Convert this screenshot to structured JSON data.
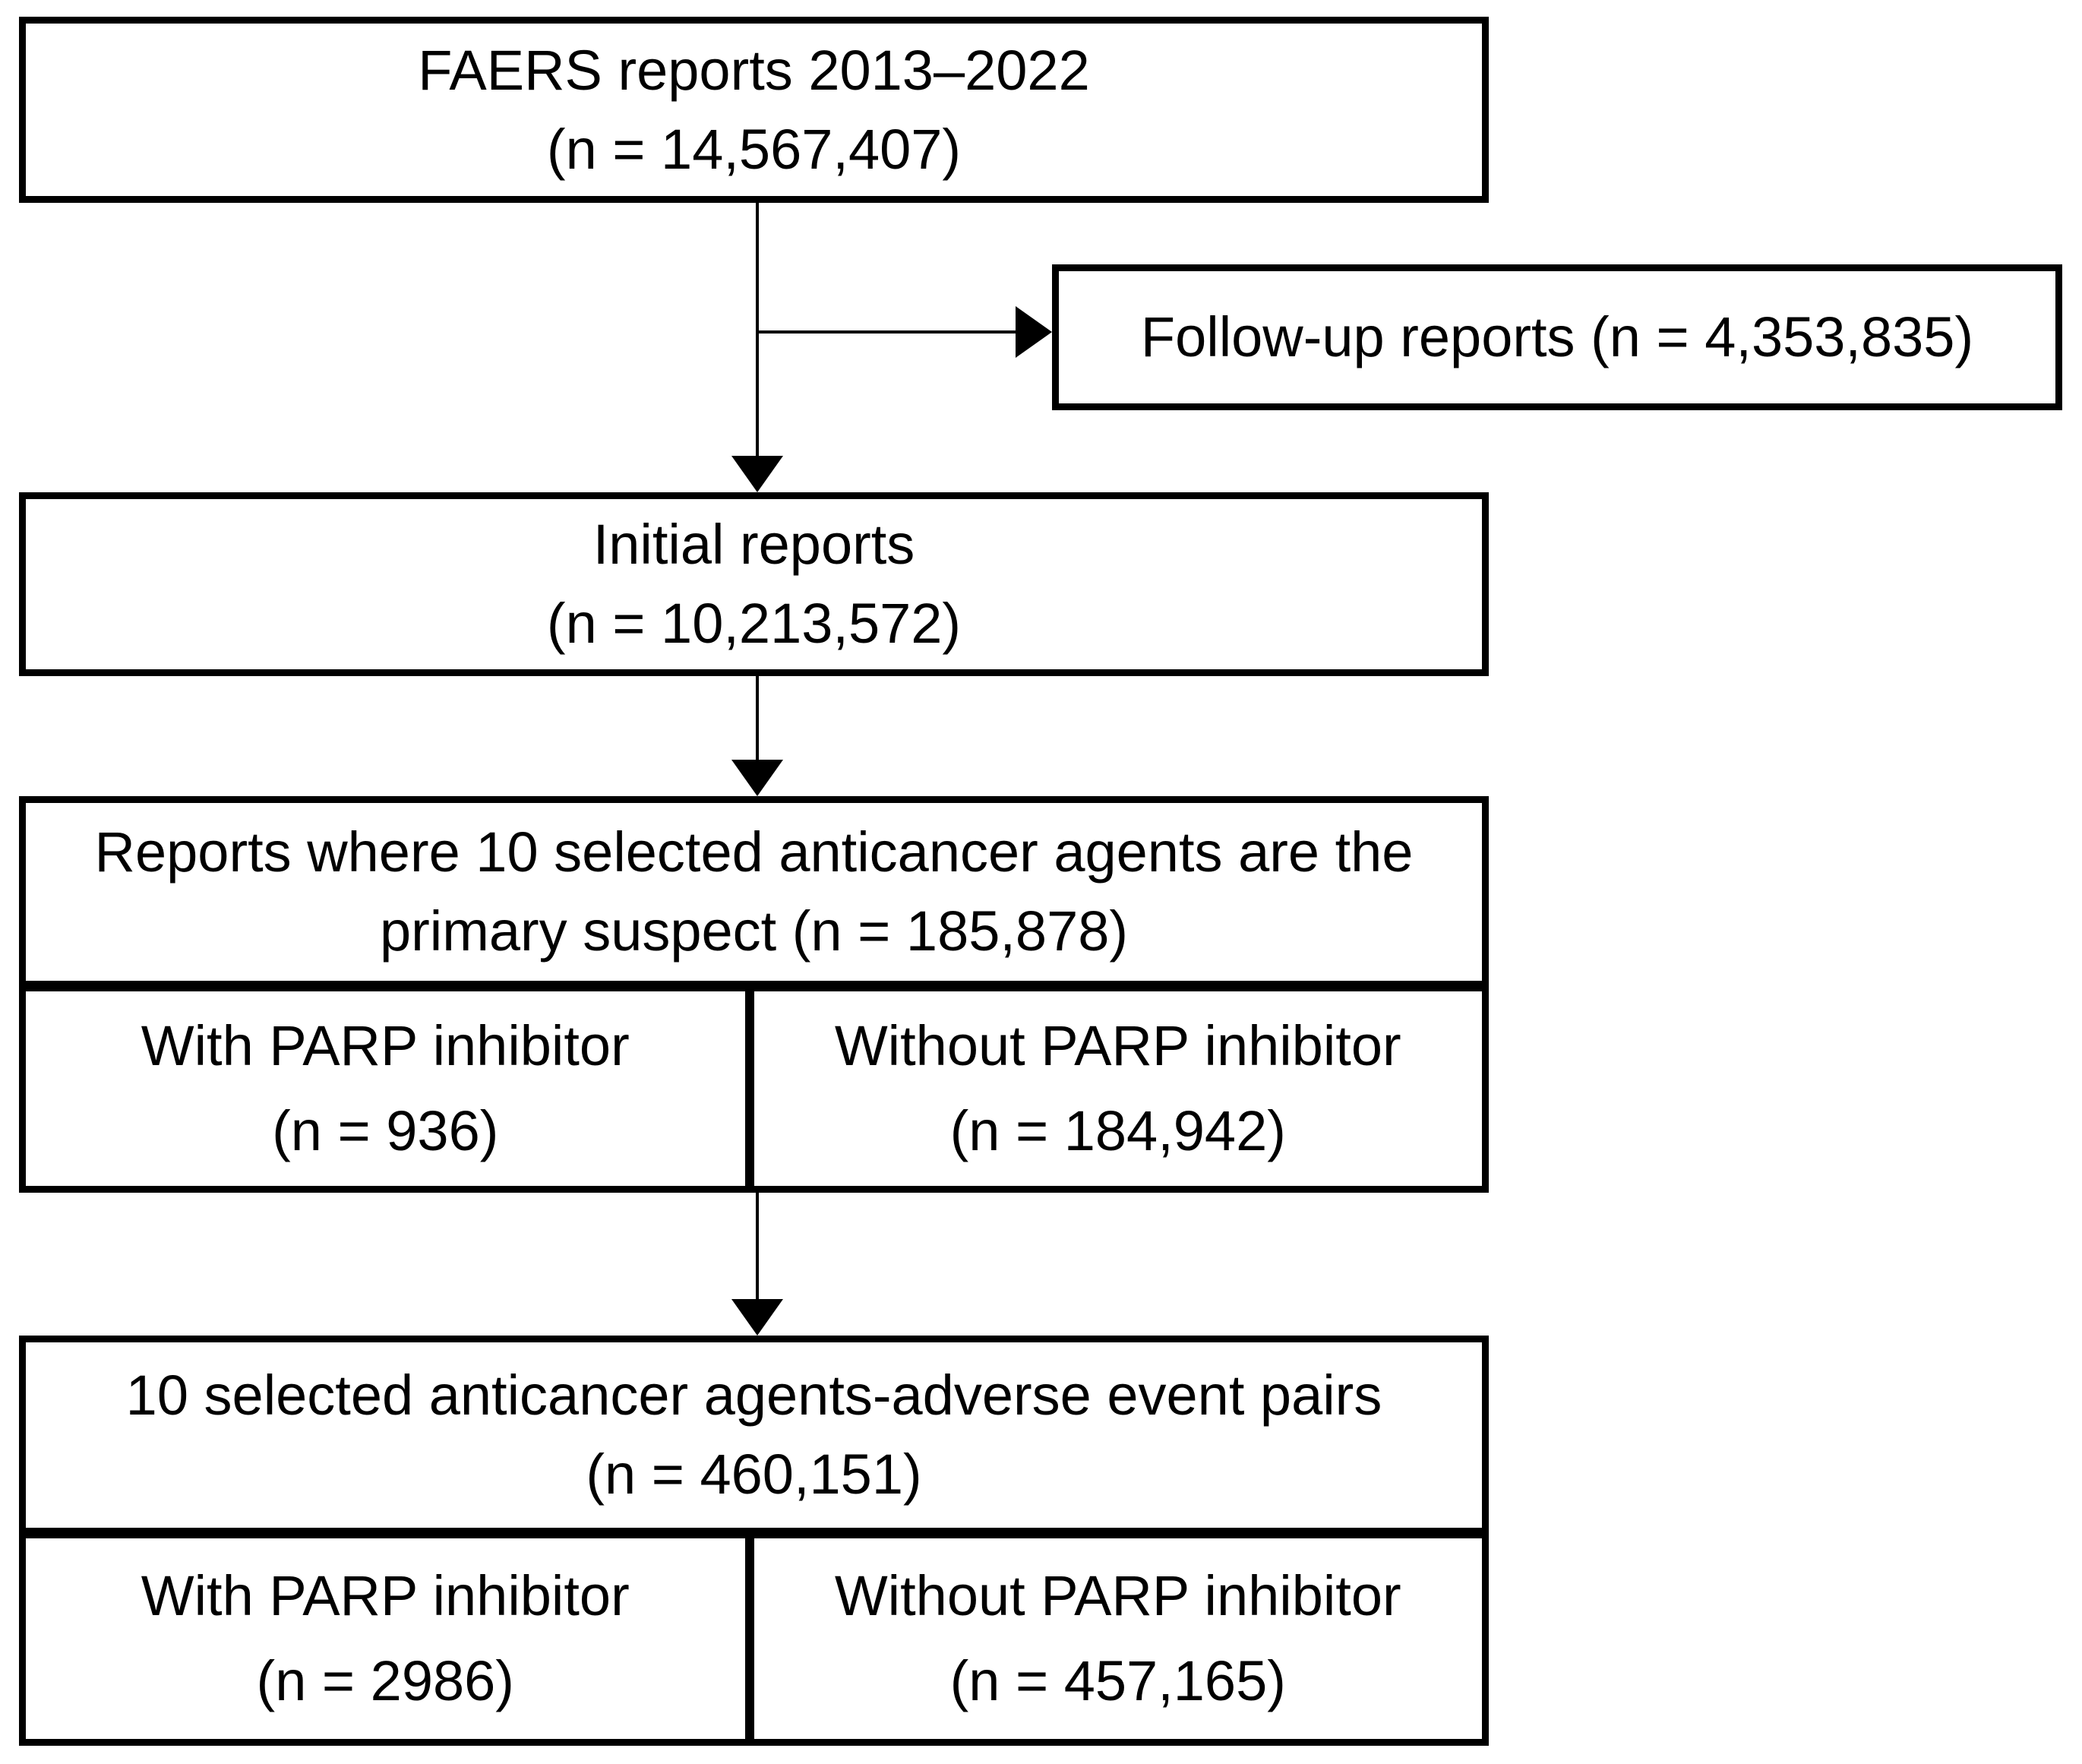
{
  "flowchart": {
    "nodes": {
      "faers": {
        "label": "FAERS reports 2013–2022",
        "count": "(n = 14,567,407)"
      },
      "followup": {
        "label": "Follow-up reports (n = 4,353,835)"
      },
      "initial": {
        "label": "Initial reports",
        "count": "(n = 10,213,572)"
      },
      "primary_suspect": {
        "label_line1": "Reports where 10 selected anticancer agents are the",
        "label_line2": "primary suspect (n = 185,878)",
        "with_parp": {
          "label": "With PARP inhibitor",
          "count": "(n = 936)"
        },
        "without_parp": {
          "label": "Without PARP inhibitor",
          "count": "(n = 184,942)"
        }
      },
      "event_pairs": {
        "label": "10 selected anticancer agents-adverse event pairs",
        "count": "(n = 460,151)",
        "with_parp": {
          "label": "With PARP inhibitor",
          "count": "(n = 2986)"
        },
        "without_parp": {
          "label": "Without PARP inhibitor",
          "count": "(n = 457,165)"
        }
      }
    },
    "colors": {
      "box_border": "#000000",
      "box_background": "#ffffff",
      "text": "#000000",
      "page_background": "#ffffff"
    }
  }
}
